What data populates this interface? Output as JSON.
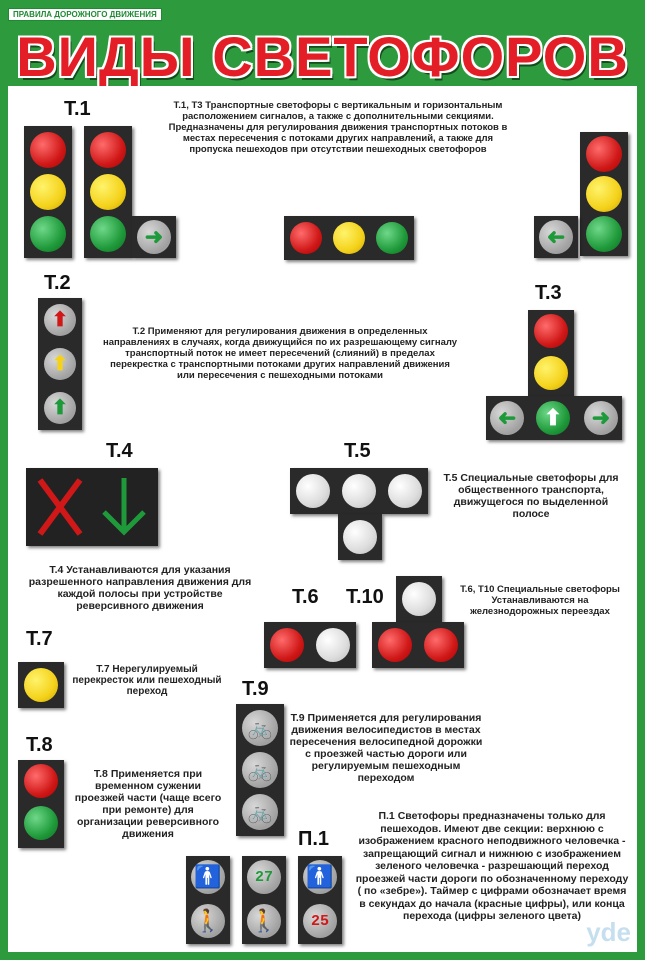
{
  "header": {
    "series": "ПРАВИЛА ДОРОЖНОГО ДВИЖЕНИЯ",
    "title": "ВИДЫ СВЕТОФОРОВ"
  },
  "labels": {
    "t1": "Т.1",
    "t2": "Т.2",
    "t3": "Т.3",
    "t4": "Т.4",
    "t5": "Т.5",
    "t6": "Т.6",
    "t10": "Т.10",
    "t7": "Т.7",
    "t8": "Т.8",
    "t9": "Т.9",
    "p1": "П.1"
  },
  "texts": {
    "t1_t3_bold": "Т.1, Т3",
    "t1_t3": "Транспортные светофоры с вертикальным и горизонтальным расположением сигналов, а также с дополнительными секциями. Предназначены для регулирования движения транспортных потоков в местах пересечения с потоками других направлений, а также для пропуска пешеходов при отсутствии пешеходных светофоров",
    "t2_bold": "Т.2",
    "t2": "Применяют для регулирования движения в определенных направлениях в случаях, когда движущийся по их разрешающему сигналу транспортный поток не имеет пересечений (слияний) в пределах перекрестка с транспортными потоками других направлений движения или пересечения с пешеходными потоками",
    "t5_bold": "Т.5",
    "t5": "Специальные светофоры для общественного транспорта, движущегося по выделенной полосе",
    "t4_bold": "Т.4",
    "t4": "Устанавливаются для указания разрешенного направления движения для каждой полосы при устройстве реверсивного движения",
    "t6_bold": "Т.6, Т10",
    "t6": "Специальные светофоры Устанавливаются на железнодорожных переездах",
    "t7_bold": "Т.7",
    "t7": "Нерегулируемый перекресток или пешеходный переход",
    "t9_bold": "Т.9",
    "t9": "Применяется для регулирования движения велосипедистов в местах пересечения велосипедной дорожки с проезжей частью дороги или регулируемым пешеходным переходом",
    "t8_bold": "Т.8",
    "t8": "Применяется при временном сужении проезжей части (чаще всего при ремонте) для организации реверсивного движения",
    "p1_bold": "П.1",
    "p1": "Светофоры предназначены только для пешеходов. Имеют две секции: верхнюю с изображением красного неподвижного человечка - запрещающий сигнал и нижнюю с изображением зеленого человечка - разрешающий переход проезжей части дороги по обозначенному переходу ( по «зебре»). Таймер с цифрами обозначает время в секундах до начала (красные цифры), или конца перехода (цифры зеленого цвета)"
  },
  "timer": {
    "green": "27",
    "red": "25"
  },
  "watermark": "yde",
  "colors": {
    "frame": "#2e9a3e",
    "title": "#e41e26",
    "red": "#d01818",
    "yellow": "#f4d21b",
    "green": "#1f9a3a"
  }
}
